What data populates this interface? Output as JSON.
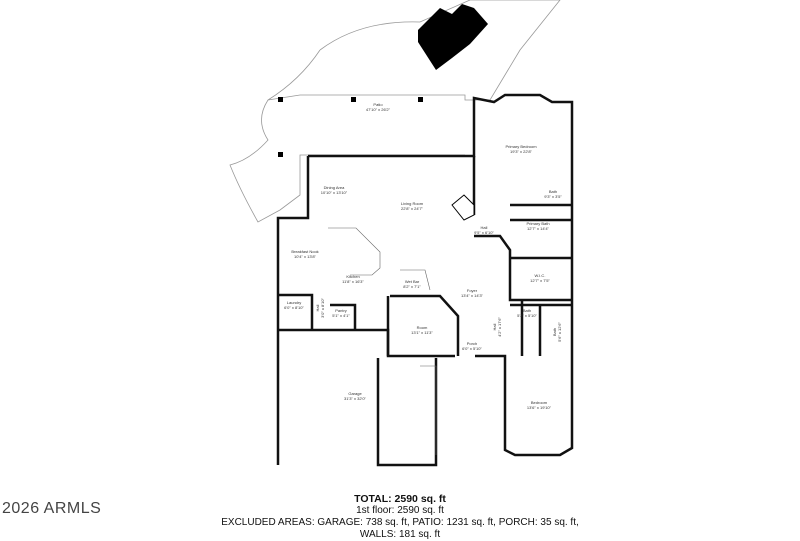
{
  "watermark": "2026 ARMLS",
  "totals": {
    "total": "TOTAL: 2590 sq. ft",
    "floor": "1st floor: 2590 sq. ft",
    "excluded": "EXCLUDED AREAS: GARAGE: 738 sq. ft, PATIO: 1231 sq. ft, PORCH: 35 sq. ft,",
    "walls": "WALLS: 181 sq. ft"
  },
  "rooms": [
    {
      "name": "Patio",
      "dims": "47'10\" x 26'2\""
    },
    {
      "name": "Primary Bedroom",
      "dims": "19'3\" x 22'8\""
    },
    {
      "name": "Bath",
      "dims": "9'3\" x 3'5\""
    },
    {
      "name": "Dining Area",
      "dims": "10'10\" x 13'10\""
    },
    {
      "name": "Living Room",
      "dims": "22'8\" x 24'7\""
    },
    {
      "name": "Primary Bath",
      "dims": "12'7\" x 14'4\""
    },
    {
      "name": "Hall",
      "dims": "9'5\" x 6'10\""
    },
    {
      "name": "Breakfast Nook",
      "dims": "10'4\" x 13'8\""
    },
    {
      "name": "Kitchen",
      "dims": "11'8\" x 16'3\""
    },
    {
      "name": "Wet Bar",
      "dims": "8'2\" x 7'1\""
    },
    {
      "name": "W.I.C.",
      "dims": "12'7\" x 7'5\""
    },
    {
      "name": "Foyer",
      "dims": "13'4\" x 14'3\""
    },
    {
      "name": "Laundry",
      "dims": "6'0\" x 8'10\""
    },
    {
      "name": "Pantry",
      "dims": "5'1\" x 4'1\""
    },
    {
      "name": "Room",
      "dims": "13'1\" x 11'3\""
    },
    {
      "name": "Bath",
      "dims": "5'2\" x 5'10\""
    },
    {
      "name": "Bath",
      "dims": "5'6\" x 12'6\""
    },
    {
      "name": "Porch",
      "dims": "6'0\" x 5'10\""
    },
    {
      "name": "Hall",
      "dims": "4'2\" x 17'6\""
    },
    {
      "name": "Hall",
      "dims": "3'0\" x 8'10\""
    },
    {
      "name": "Garage",
      "dims": "31'3\" x 32'0\""
    },
    {
      "name": "Bedroom",
      "dims": "13'6\" x 19'10\""
    }
  ]
}
